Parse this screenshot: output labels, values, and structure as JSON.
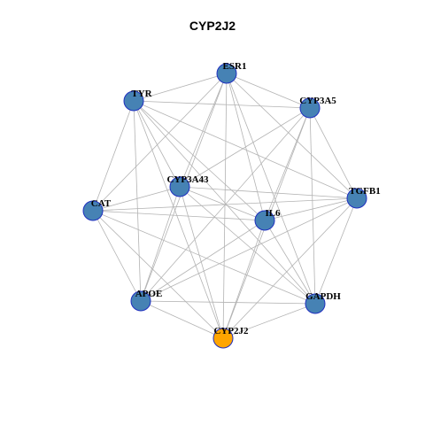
{
  "title": "CYP2J2",
  "colors": {
    "node_default": "#4682b4",
    "node_highlight": "#ffa500",
    "node_border": "#1f2fbf",
    "edge": "#b3b3b3"
  },
  "network": {
    "highlight": "CYP2J2",
    "nodes": [
      {
        "id": "ESR1",
        "label": "ESR1"
      },
      {
        "id": "CYP3A5",
        "label": "CYP3A5"
      },
      {
        "id": "TGFB1",
        "label": "TGFB1"
      },
      {
        "id": "GAPDH",
        "label": "GAPDH"
      },
      {
        "id": "CYP2J2",
        "label": "CYP2J2"
      },
      {
        "id": "APOE",
        "label": "APOE"
      },
      {
        "id": "CAT",
        "label": "CAT"
      },
      {
        "id": "TYR",
        "label": "TYR"
      },
      {
        "id": "CYP3A43",
        "label": "CYP3A43"
      },
      {
        "id": "IL6",
        "label": "IL6"
      }
    ],
    "edges": [
      [
        "ESR1",
        "CYP3A5"
      ],
      [
        "ESR1",
        "TGFB1"
      ],
      [
        "ESR1",
        "GAPDH"
      ],
      [
        "ESR1",
        "CYP2J2"
      ],
      [
        "ESR1",
        "APOE"
      ],
      [
        "ESR1",
        "CAT"
      ],
      [
        "ESR1",
        "TYR"
      ],
      [
        "ESR1",
        "CYP3A43"
      ],
      [
        "ESR1",
        "IL6"
      ],
      [
        "CYP3A5",
        "TGFB1"
      ],
      [
        "CYP3A5",
        "GAPDH"
      ],
      [
        "CYP3A5",
        "CYP2J2"
      ],
      [
        "CYP3A5",
        "APOE"
      ],
      [
        "CYP3A5",
        "TYR"
      ],
      [
        "CYP3A5",
        "CYP3A43"
      ],
      [
        "CYP3A5",
        "IL6"
      ],
      [
        "TGFB1",
        "GAPDH"
      ],
      [
        "TGFB1",
        "CYP2J2"
      ],
      [
        "TGFB1",
        "APOE"
      ],
      [
        "TGFB1",
        "CAT"
      ],
      [
        "TGFB1",
        "TYR"
      ],
      [
        "TGFB1",
        "CYP3A43"
      ],
      [
        "TGFB1",
        "IL6"
      ],
      [
        "GAPDH",
        "CYP2J2"
      ],
      [
        "GAPDH",
        "APOE"
      ],
      [
        "GAPDH",
        "CAT"
      ],
      [
        "GAPDH",
        "TYR"
      ],
      [
        "GAPDH",
        "CYP3A43"
      ],
      [
        "GAPDH",
        "IL6"
      ],
      [
        "CYP2J2",
        "APOE"
      ],
      [
        "CYP2J2",
        "CAT"
      ],
      [
        "CYP2J2",
        "TYR"
      ],
      [
        "CYP2J2",
        "CYP3A43"
      ],
      [
        "CYP2J2",
        "IL6"
      ],
      [
        "APOE",
        "CAT"
      ],
      [
        "APOE",
        "TYR"
      ],
      [
        "APOE",
        "CYP3A43"
      ],
      [
        "APOE",
        "IL6"
      ],
      [
        "CAT",
        "TYR"
      ],
      [
        "CAT",
        "CYP3A43"
      ],
      [
        "CAT",
        "IL6"
      ],
      [
        "TYR",
        "CYP3A43"
      ],
      [
        "TYR",
        "IL6"
      ],
      [
        "CYP3A43",
        "IL6"
      ]
    ]
  }
}
